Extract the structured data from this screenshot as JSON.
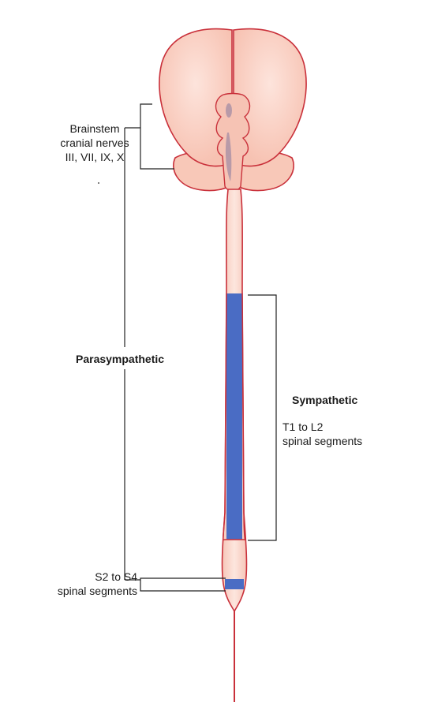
{
  "labels": {
    "brainstem": [
      "Brainstem",
      "cranial nerves",
      "III, VII, IX, X"
    ],
    "parasympathetic": "Parasympathetic",
    "sympathetic": "Sympathetic",
    "thoracolumbar": [
      "T1 to L2",
      "spinal segments"
    ],
    "sacral": [
      "S2 to S4",
      "spinal segments"
    ]
  },
  "colors": {
    "tissue_fill": "#fbd7cc",
    "tissue_dark": "#f4b7a6",
    "outline": "#c9303a",
    "sympathetic_region": "#4a6cc4",
    "brainstem_shading": "#b89aa8",
    "bracket_line": "#222222"
  },
  "regions": {
    "sympathetic_span": "T1 to L2",
    "parasympathetic_sacral_span": "S2 to S4"
  }
}
